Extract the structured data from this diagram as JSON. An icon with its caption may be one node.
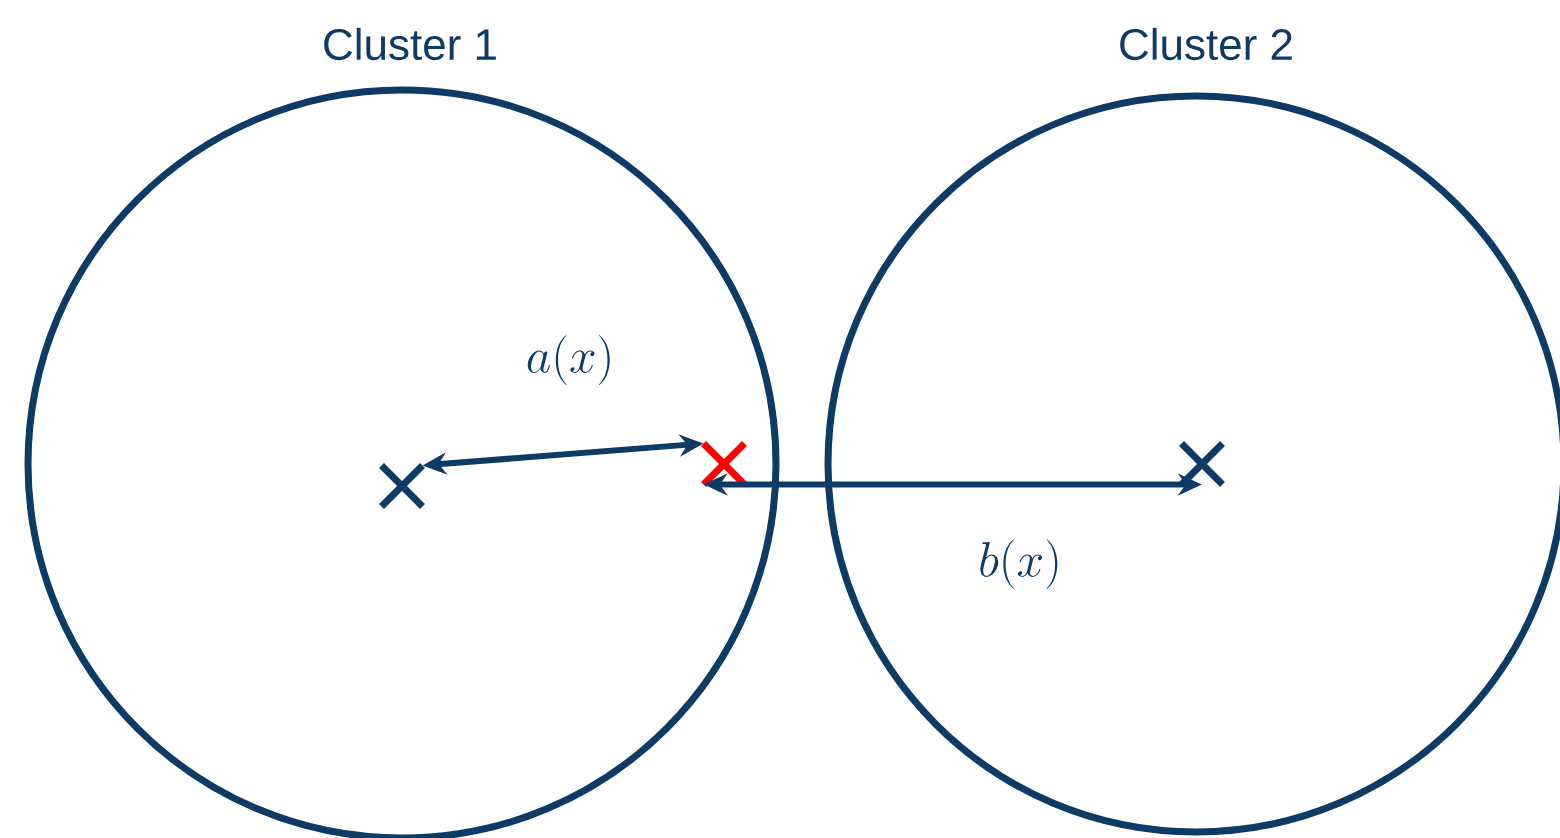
{
  "diagram": {
    "nodes": [
      {
        "text": [
          "Cluster 1"
        ]
      },
      {
        "text": [
          "Cluster 2"
        ]
      },
      {
        "text": [],
        "shape": "cross",
        "in": 0
      },
      {
        "text": [],
        "shape": "cross",
        "in": 0
      },
      {
        "text": [],
        "shape": "cross",
        "in": 1
      }
    ],
    "edges": [
      {
        "from": 2,
        "to": 3,
        "arrow": "both",
        "label": "a(x)"
      },
      {
        "from": 3,
        "to": 4,
        "arrow": "both",
        "label": "b(x)"
      }
    ]
  }
}
